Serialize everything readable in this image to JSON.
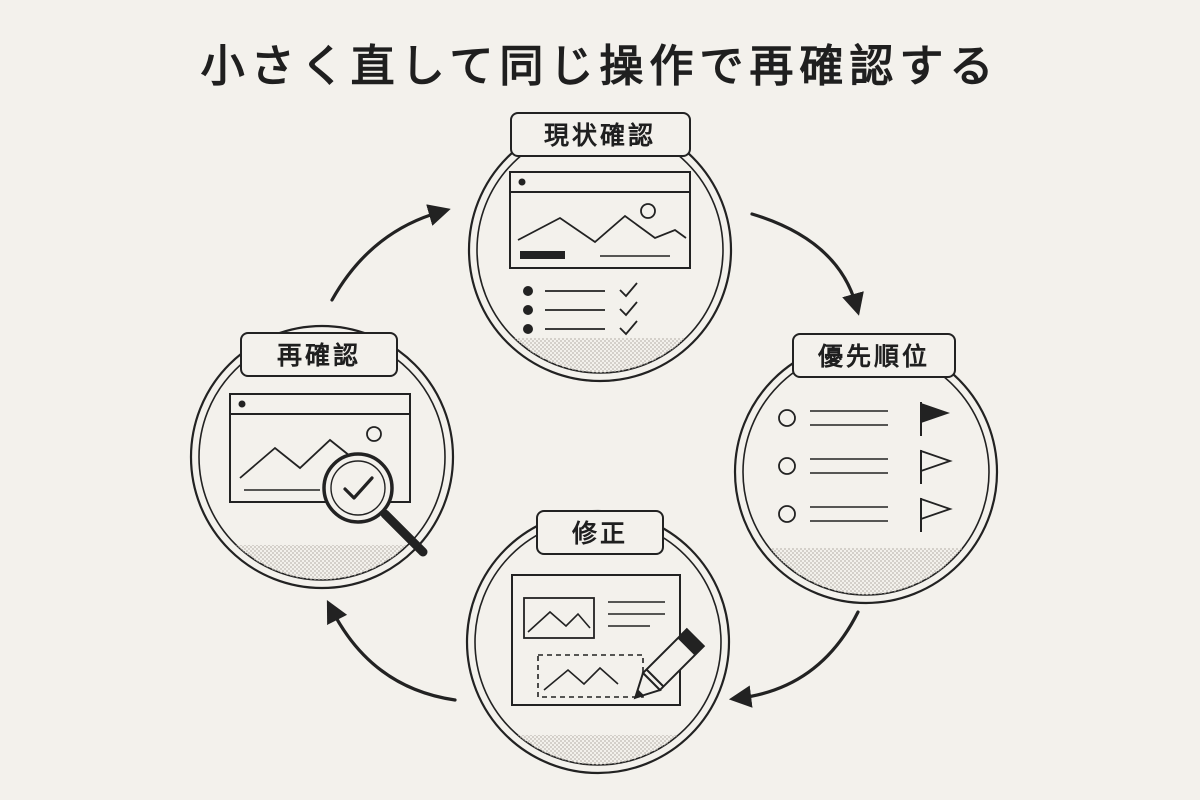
{
  "title": "小さく直して同じ操作で再確認する",
  "colors": {
    "background": "#f3f1ec",
    "ink": "#222222",
    "stipple": "#c9c6bf"
  },
  "steps": [
    {
      "label": "現状確認",
      "icon": "browser-window-checklist-icon"
    },
    {
      "label": "優先順位",
      "icon": "priority-list-flags-icon"
    },
    {
      "label": "修正",
      "icon": "edit-layout-pencil-icon"
    },
    {
      "label": "再確認",
      "icon": "browser-magnifier-check-icon"
    }
  ],
  "flow": [
    "現状確認",
    "優先順位",
    "修正",
    "再確認",
    "現状確認"
  ]
}
